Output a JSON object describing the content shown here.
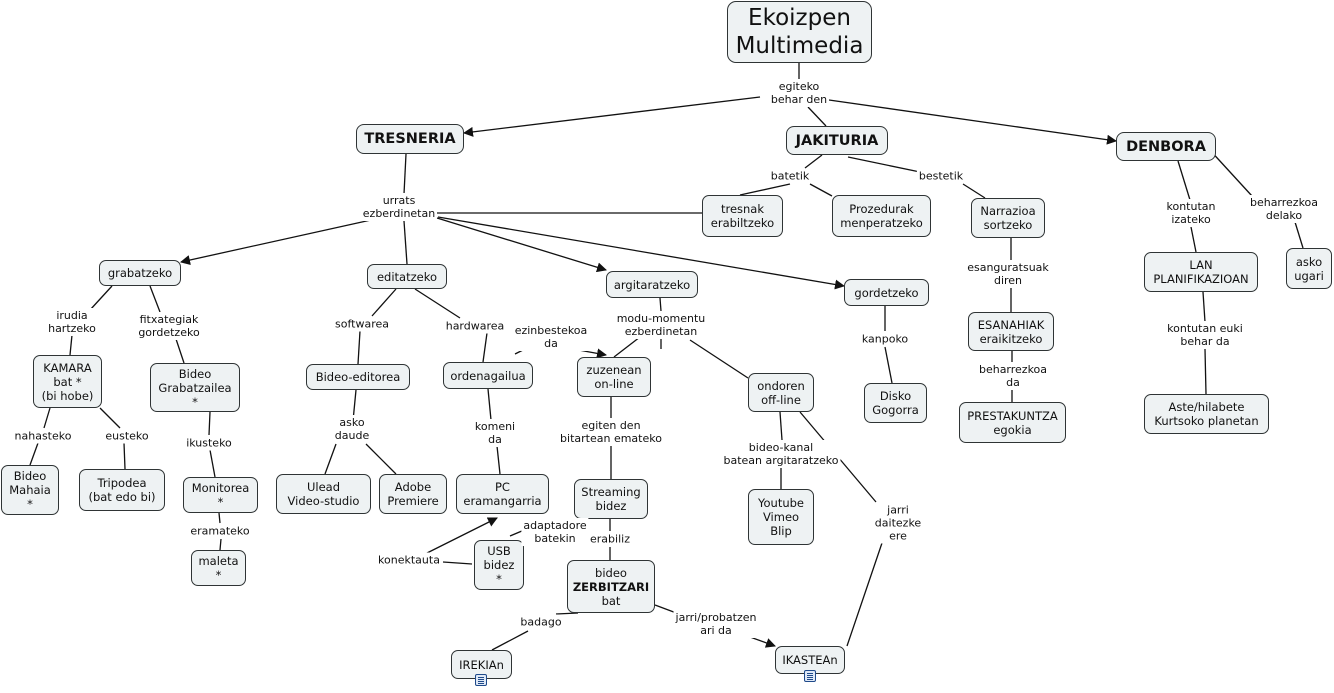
{
  "nodes": {
    "ekoizpen": "Ekoizpen\nMultimedia",
    "tresneria": "TRESNERIA",
    "jakituria": "JAKITURIA",
    "denbora": "DENBORA",
    "tresnak": "tresnak\nerabiltzeko",
    "prozedurak": "Prozedurak\nmenperatzeko",
    "narrazioa": "Narrazioa\nsortzeko",
    "esanahiak": "ESANAHIAK\neraikitzeko",
    "prestakuntza": "PRESTAKUNTZA\negokia",
    "lan": "LAN\nPLANIFIKAZIOAN",
    "aste": "Aste/hilabete\nKurtsoko planetan",
    "asko": "asko\nugari",
    "grabatzeko": "grabatzeko",
    "kamara": "KAMARA\nbat *\n(bi hobe)",
    "bideogr": "Bideo\nGrabatzailea\n*",
    "monitorea": "Monitorea\n*",
    "maleta": "maleta\n*",
    "mahaia": "Bideo\nMahaia\n*",
    "tripodea": "Tripodea\n(bat edo bi)",
    "editatzeko": "editatzeko",
    "bideoeditorea": "Bideo-editorea",
    "ulead": "Ulead\nVideo-studio",
    "adobe": "Adobe\nPremiere",
    "ordenagailua": "ordenagailua",
    "pc": "PC\neramangarria",
    "usb": "USB\nbidez\n*",
    "argitaratzeko": "argitaratzeko",
    "zuzenean": "zuzenean\non-line",
    "streaming": "Streaming\nbidez",
    "zerbitzari_a": "bideo",
    "zerbitzari_b": "ZERBITZARI",
    "zerbitzari_c": "bat",
    "irekian": "IREKIAn",
    "ikastean": "IKASTEAn",
    "ondoren": "ondoren\noff-line",
    "youtube": "Youtube\nVimeo\nBlip",
    "gordetzeko": "gordetzeko",
    "disko": "Disko\nGogorra"
  },
  "labels": {
    "egiteko": "egiteko\nbehar den",
    "batetik": "batetik",
    "bestetik": "bestetik",
    "esanguratsuak": "esanguratsuak\ndiren",
    "beharrezkoa_da": "beharrezkoa\nda",
    "kontutan_izateko": "kontutan\nizateko",
    "beharrezkoa_delako": "beharrezkoa\ndelako",
    "kontutan_euki": "kontutan euki\nbehar da",
    "urrats": "urrats\nezberdinetan",
    "irudia": "irudia\nhartzeko",
    "fitxategiak": "fitxategiak\ngordetzeko",
    "nahasteko": "nahasteko",
    "eusteko": "eusteko",
    "ikusteko": "ikusteko",
    "eramateko": "eramateko",
    "softwarea": "softwarea",
    "hardwarea": "hardwarea",
    "asko_daude": "asko\ndaude",
    "komeni": "komeni\nda",
    "adaptadore": "adaptadore\nbatekin",
    "konektauta": "konektauta",
    "ezinbestekoa": "ezinbestekoa\nda",
    "modu": "modu-momentu\nezberdinetan",
    "egiten": "egiten den\nbitartean emateko",
    "erabiliz": "erabiliz",
    "badago": "badago",
    "jarri_probatzen": "jarri/probatzen\nari da",
    "bideo_kanal": "bideo-kanal\nbatean argitaratzeko",
    "kanpoko": "kanpoko",
    "jarri_daitezke": "jarri\ndaitezke\nere"
  },
  "colors": {
    "node_fill": "#eef2f3",
    "node_border": "#2f3435",
    "line": "#111111",
    "icon": "#1f4a8a"
  }
}
